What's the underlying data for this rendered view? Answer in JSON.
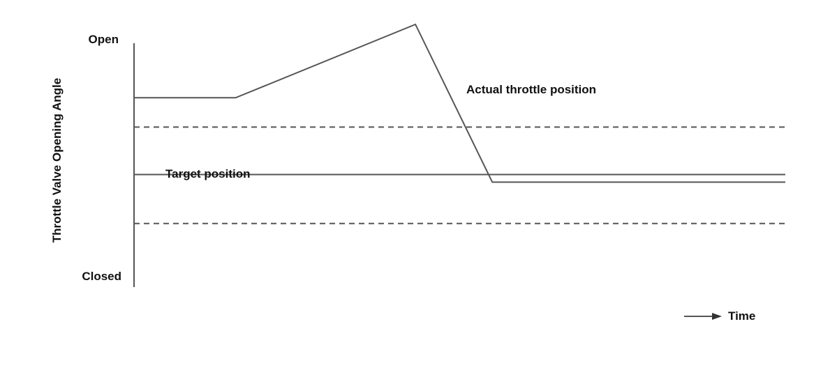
{
  "chart_data": {
    "type": "line",
    "title": "",
    "xlabel": "Time",
    "ylabel": "Throttle Valve Opening Angle",
    "y_top_label": "Open",
    "y_bottom_label": "Closed",
    "ylim": [
      0,
      100
    ],
    "xlim": [
      0,
      100
    ],
    "grid": false,
    "colors": {
      "series": "#555555",
      "axis": "#555555"
    },
    "series": [
      {
        "name": "Actual throttle position",
        "style": "solid",
        "x": [
          0,
          15.6,
          43.2,
          55.0,
          100
        ],
        "y": [
          70,
          70,
          100,
          35.5,
          35.5
        ]
      },
      {
        "name": "Target position",
        "style": "solid",
        "x": [
          0,
          100
        ],
        "y": [
          38.6,
          38.6
        ]
      },
      {
        "name": "",
        "style": "dashed",
        "x": [
          0,
          100
        ],
        "y": [
          58,
          58
        ]
      },
      {
        "name": "",
        "style": "dashed",
        "x": [
          0,
          100
        ],
        "y": [
          18.6,
          18.6
        ]
      }
    ]
  }
}
